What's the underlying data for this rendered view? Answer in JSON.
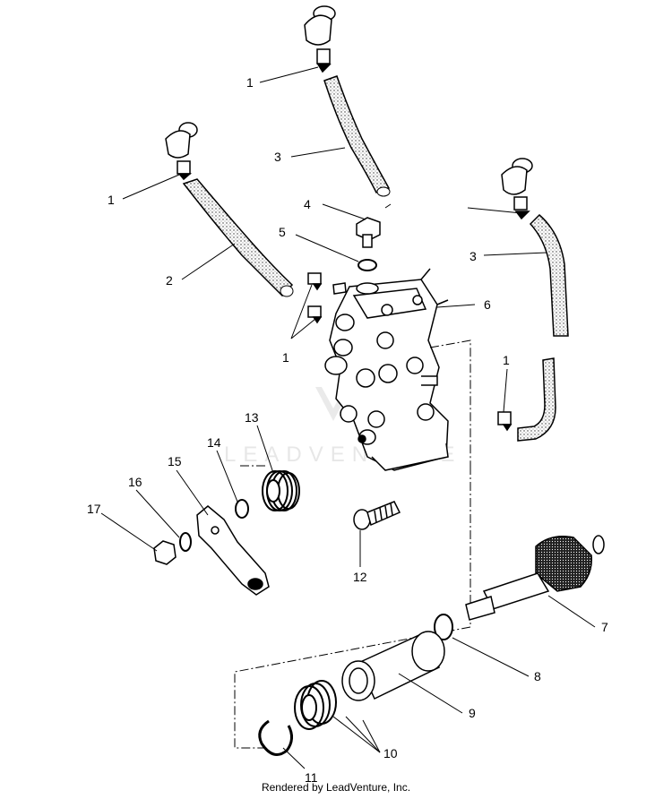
{
  "diagram": {
    "callouts": [
      "1",
      "1",
      "1",
      "1",
      "2",
      "3",
      "3",
      "4",
      "5",
      "6",
      "7",
      "8",
      "9",
      "10",
      "11",
      "12",
      "13",
      "14",
      "15",
      "16",
      "17"
    ],
    "watermark_text": "LEADVENTURE",
    "footer": "Rendered by LeadVenture, Inc."
  }
}
